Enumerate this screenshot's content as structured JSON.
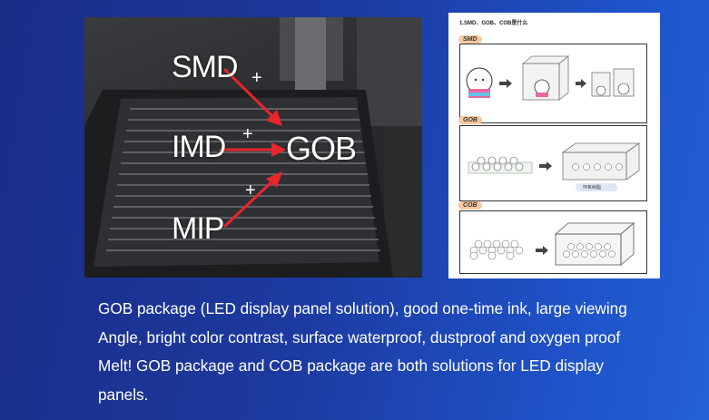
{
  "photo": {
    "labels": {
      "smd": "SMD",
      "imd": "IMD",
      "mip": "MIP",
      "gob": "GOB"
    },
    "plus": "+",
    "arrow_color": "#e8262b"
  },
  "diagram": {
    "title": "1.SMD、GOB、COB是什么",
    "sections": [
      {
        "tag": "SMD"
      },
      {
        "tag": "GOB",
        "sublabel": "环氧树脂"
      },
      {
        "tag": "COB"
      }
    ]
  },
  "caption": {
    "lines": [
      "GOB package (LED display panel solution), good one-time ink, large viewing",
      "Angle, bright color contrast, surface waterproof, dustproof and oxygen proof",
      "Melt! GOB package and COB package are both solutions for LED display",
      "panels."
    ]
  }
}
